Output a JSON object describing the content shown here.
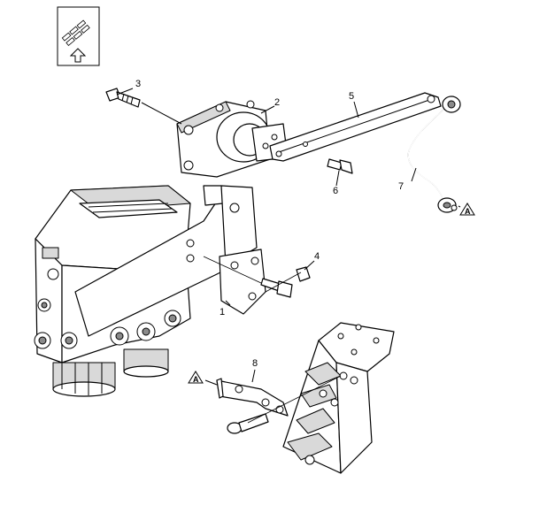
{
  "diagram": {
    "view_icon": "view-direction-icon",
    "callouts": [
      {
        "id": "1",
        "label": "1"
      },
      {
        "id": "2",
        "label": "2"
      },
      {
        "id": "3",
        "label": "3"
      },
      {
        "id": "4",
        "label": "4"
      },
      {
        "id": "5",
        "label": "5"
      },
      {
        "id": "6",
        "label": "6"
      },
      {
        "id": "7",
        "label": "7"
      },
      {
        "id": "8",
        "label": "8"
      }
    ],
    "reference_marks": [
      {
        "id": "a1",
        "label": "A"
      },
      {
        "id": "a2",
        "label": "A"
      }
    ]
  }
}
